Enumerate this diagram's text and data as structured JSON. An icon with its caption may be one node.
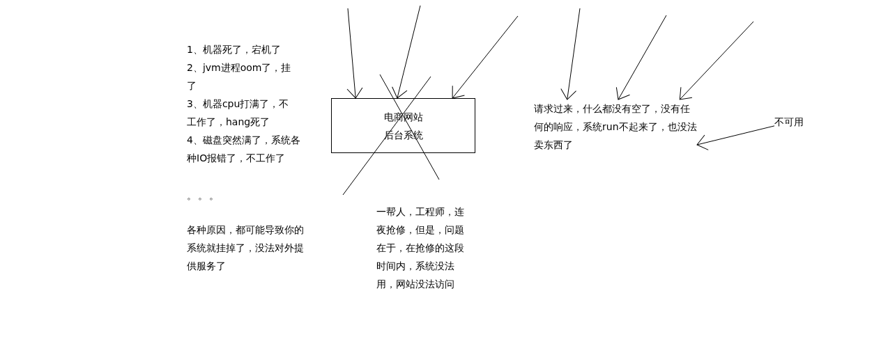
{
  "diagram": {
    "nodes": [
      {
        "text": [
          "电商网站后台系统"
        ]
      },
      {
        "text": [
          "请求过来，什么都没有空了，没有任何的响应，系统run不起来了，也没法卖东西了"
        ]
      },
      {
        "text": [
          "不可用"
        ]
      }
    ],
    "edges": [
      {
        "from": null,
        "to": 0,
        "arrow": "to"
      },
      {
        "from": null,
        "to": 0,
        "arrow": "to"
      },
      {
        "from": null,
        "to": 0,
        "arrow": "to"
      },
      {
        "from": null,
        "to": 1,
        "arrow": "to"
      },
      {
        "from": null,
        "to": 1,
        "arrow": "to"
      },
      {
        "from": null,
        "to": 1,
        "arrow": "to"
      },
      {
        "from": 2,
        "to": 1,
        "arrow": "to"
      }
    ],
    "labels": [
      "1、机器死了，宕机了",
      "2、jvm进程oom了，挂了",
      "3、机器cpu打满了，不工作了，hang死了",
      "4、磁盘突然满了，系统各种IO报错了，不工作了",
      "。。。",
      "各种原因，都可能导致你的系统就挂掉了，没法对外提供服务了",
      "一帮人，工程师，连夜抢修，但是，问题在于，在抢修的这段时间内，系统没法用，网站没法访问"
    ]
  }
}
